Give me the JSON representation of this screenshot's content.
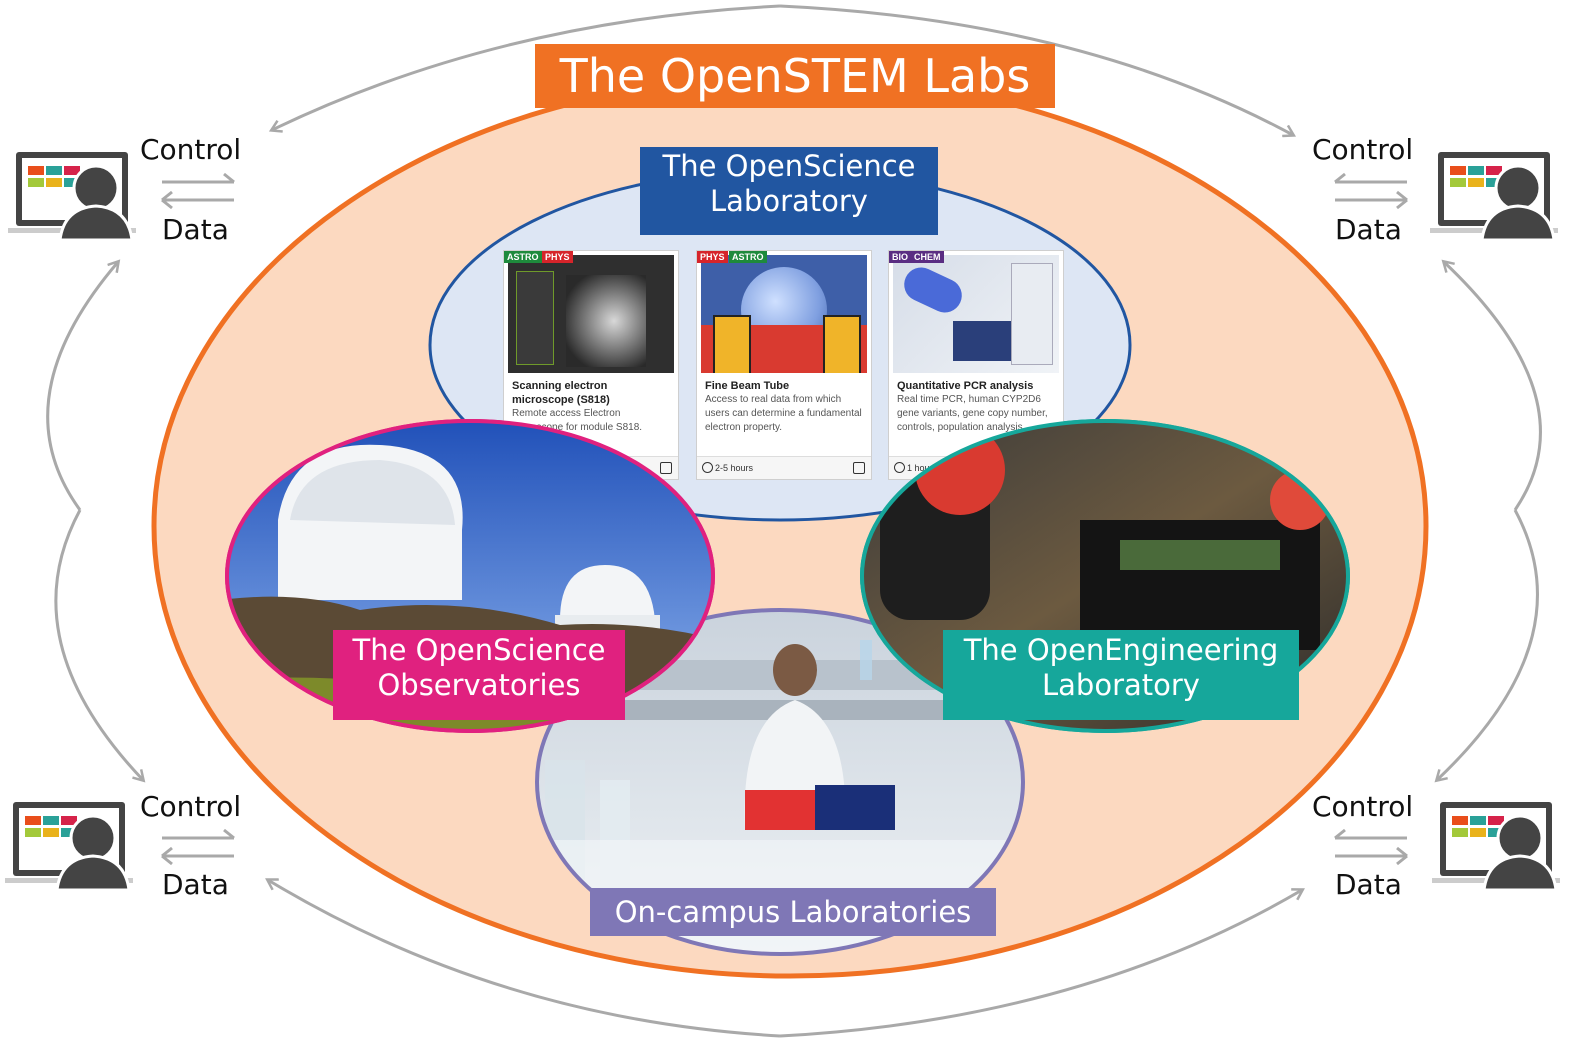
{
  "title": "The OpenSTEM Labs",
  "labs": {
    "open_science_laboratory": "The OpenScience\nLaboratory",
    "observatories": "The OpenScience\nObservatories",
    "engineering": "The OpenEngineering\nLaboratory",
    "on_campus": "On-campus Laboratories"
  },
  "users": {
    "control": "Control",
    "data": "Data"
  },
  "cards": [
    {
      "tags": [
        "ASTRO",
        "PHYS"
      ],
      "title": "Scanning electron microscope (S818)",
      "desc": "Remote access Electron microscope for module S818.",
      "duration": ""
    },
    {
      "tags": [
        "PHYS",
        "ASTRO"
      ],
      "title": "Fine Beam Tube",
      "desc": "Access to real data from which users can determine a fundamental electron property.",
      "duration": "2-5 hours"
    },
    {
      "tags": [
        "BIO",
        "CHEM"
      ],
      "title": "Quantitative PCR analysis",
      "desc": "Real time PCR, human CYP2D6 gene variants, gene copy number, controls, population analysis.",
      "duration": "1 hour"
    }
  ],
  "colors": {
    "orange": "#f07123",
    "peach": "#fcd9c0",
    "blue": "#2156a1",
    "pink": "#e0217f",
    "teal": "#16a79b",
    "purple": "#7f77b6",
    "arrow_gray": "#a9a9a9",
    "tag_astro": "#1e8a3c",
    "tag_phys": "#d6242a",
    "tag_bio": "#5a2d82",
    "tag_chem": "#5a2d82"
  },
  "icons": [
    "computer-user-icon",
    "exchange-arrows-icon",
    "clock-icon"
  ]
}
